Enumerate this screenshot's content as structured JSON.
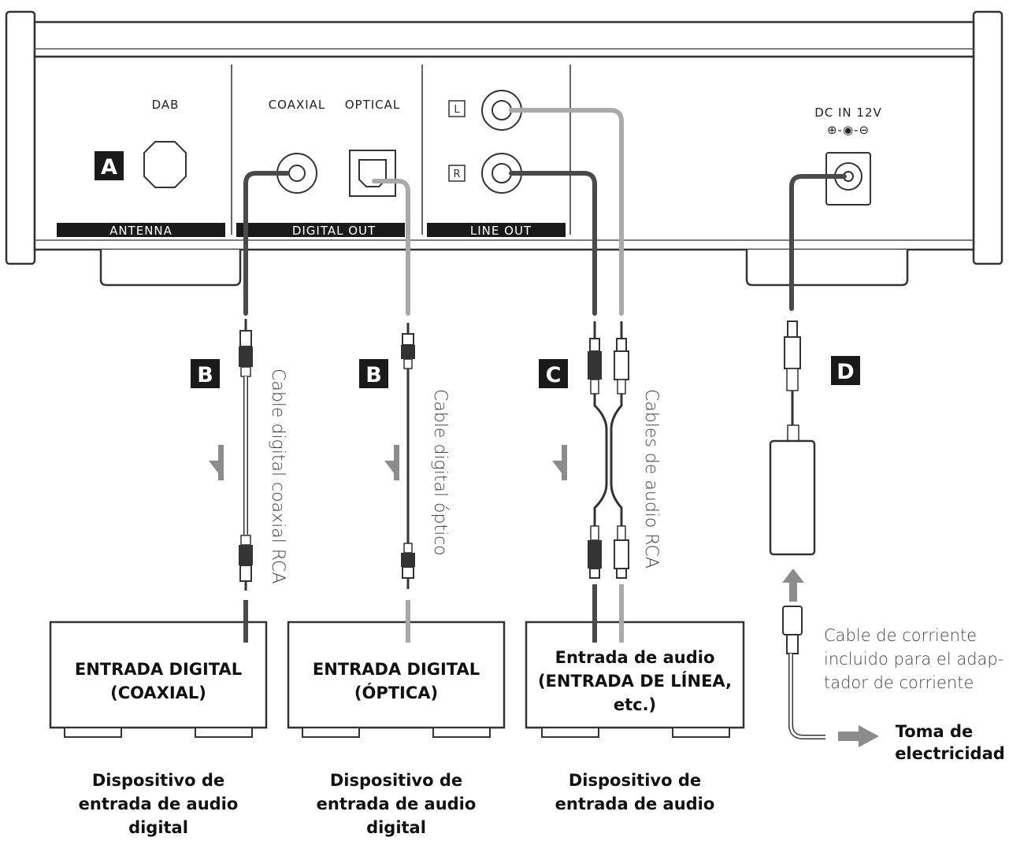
{
  "panel": {
    "dab_label": "DAB",
    "coaxial_label": "COAXIAL",
    "optical_label": "OPTICAL",
    "dc_in_label": "DC IN 12V",
    "dc_polarity": "⊕-◉-⊖",
    "jack_l": "L",
    "jack_r": "R",
    "sections": {
      "antenna": "ANTENNA",
      "digital_out": "DIGITAL OUT",
      "line_out": "LINE OUT"
    }
  },
  "badges": {
    "a": "A",
    "b_coax": "B",
    "b_optical": "B",
    "c": "C",
    "d": "D"
  },
  "cables": {
    "coaxial": "Cable digital coaxial RCA",
    "optical": "Cable digital óptico",
    "rca": "Cables de audio RCA"
  },
  "devices": [
    {
      "input_lines": [
        "ENTRADA DIGITAL",
        "(COAXIAL)"
      ],
      "caption_lines": [
        "Dispositivo de",
        "entrada de audio",
        "digital"
      ]
    },
    {
      "input_lines": [
        "ENTRADA DIGITAL",
        "(ÓPTICA)"
      ],
      "caption_lines": [
        "Dispositivo de",
        "entrada de audio",
        "digital"
      ]
    },
    {
      "input_lines": [
        "Entrada de audio",
        "(ENTRADA DE LÍNEA,",
        "etc.)"
      ],
      "caption_lines": [
        "Dispositivo de",
        "entrada de audio"
      ]
    }
  ],
  "power": {
    "cord_lines": [
      "Cable de corriente",
      "incluido para el adap-",
      "tador de corriente"
    ],
    "outlet_lines": [
      "Toma de",
      "electricidad"
    ]
  },
  "colors": {
    "dark_cable": "#4a4a4a",
    "light_cable": "#a9a9a9",
    "badge": "#1a1a1a",
    "arrow": "#8c8c8c"
  }
}
